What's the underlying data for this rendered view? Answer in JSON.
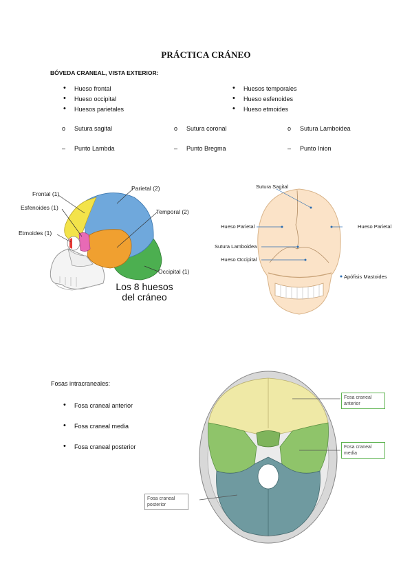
{
  "title": "PRÁCTICA CRÁNEO",
  "section1": {
    "heading": "BÓVEDA CRANEAL, VISTA EXTERIOR:",
    "bullets_left": [
      "Hueso frontal",
      "Hueso occipital",
      "Huesos parietales"
    ],
    "bullets_right": [
      "Huesos temporales",
      "Hueso esfenoides",
      "Hueso etmoides"
    ],
    "sutures": [
      "Sutura sagital",
      "Sutura coronal",
      "Sutura Lamboidea"
    ],
    "points": [
      "Punto Lambda",
      "Punto Bregma",
      "Punto Inion"
    ]
  },
  "figure1": {
    "labels": {
      "frontal": "Frontal (1)",
      "esfenoides": "Esfenoides (1)",
      "etmoides": "Etmoides (1)",
      "parietal": "Parietal (2)",
      "temporal": "Temporal (2)",
      "occipital": "Occipital (1)"
    },
    "caption_line1": "Los 8 huesos",
    "caption_line2": "del cráneo",
    "colors": {
      "frontal": "#f3e34a",
      "parietal": "#6fa8dc",
      "temporal": "#f0a030",
      "occipital": "#4caf50",
      "esfenoides": "#e86ab5",
      "etmoides": "#e53935"
    }
  },
  "figure2": {
    "labels": {
      "sagital": "Sutura Sagital",
      "parietal_left": "Hueso Parietal",
      "parietal_right": "Hueso Parietal",
      "lamboidea": "Sutura Lamboidea",
      "occipital": "Hueso Occipital",
      "mastoides": "Apófisis Mastoides"
    }
  },
  "section2": {
    "heading": "Fosas intracraneales:",
    "bullets": [
      "Fosa craneal anterior",
      "Fosa craneal media",
      "Fosa craneal posterior"
    ]
  },
  "figure3": {
    "box_anterior": "Fosa craneal anterior",
    "box_media": "Fosa craneal media",
    "box_posterior": "Fosa craneal posterior",
    "colors": {
      "anterior": "#efe9a6",
      "media": "#8fc46a",
      "posterior": "#6f9aa0"
    }
  }
}
